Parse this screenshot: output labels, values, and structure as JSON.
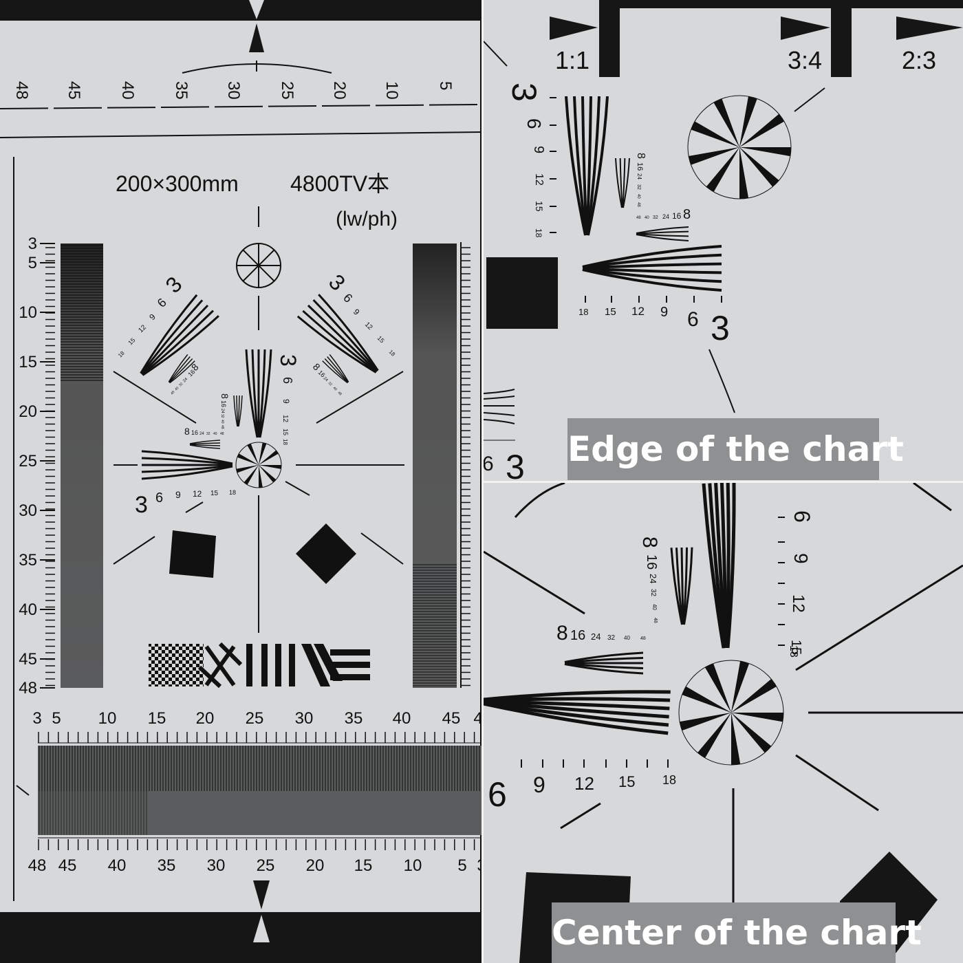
{
  "main_chart": {
    "size_label": "200×300mm",
    "resolution_label": "4800TV本",
    "unit_label": "(lw/ph)",
    "top_scale": [
      "48",
      "45",
      "40",
      "35",
      "30",
      "25",
      "20",
      "10",
      "5"
    ],
    "left_scale": [
      "3",
      "5",
      "10",
      "15",
      "20",
      "25",
      "30",
      "35",
      "40",
      "45",
      "48"
    ],
    "bottom_scale_upper": [
      "3",
      "5",
      "10",
      "15",
      "20",
      "25",
      "30",
      "35",
      "40",
      "45",
      "4"
    ],
    "bottom_scale_lower": [
      "48",
      "45",
      "40",
      "35",
      "30",
      "25",
      "20",
      "15",
      "10",
      "5",
      "3"
    ],
    "wedge_numbers_large": [
      "3",
      "6",
      "9",
      "12",
      "15",
      "18"
    ],
    "wedge_numbers_small": [
      "8",
      "16",
      "24",
      "32",
      "40",
      "48"
    ]
  },
  "edge_panel": {
    "ratio_labels": [
      "1:1",
      "3:4",
      "2:3"
    ],
    "wedge_numbers_large": [
      "3",
      "6",
      "9",
      "12",
      "15",
      "18"
    ],
    "wedge_numbers_small": [
      "8",
      "16",
      "24",
      "32",
      "40",
      "48"
    ]
  },
  "center_panel": {
    "wedge_numbers_large": [
      "6",
      "9",
      "12",
      "15",
      "18"
    ],
    "wedge_numbers_small": [
      "8",
      "16",
      "24",
      "32",
      "40",
      "48"
    ]
  },
  "captions": {
    "edge": "Edge of the chart",
    "center": "Center of the chart"
  },
  "colors": {
    "chart_paper": "#d6d8da",
    "ink": "#111111",
    "caption_bg": "#8e9091",
    "caption_text": "#ffffff"
  }
}
